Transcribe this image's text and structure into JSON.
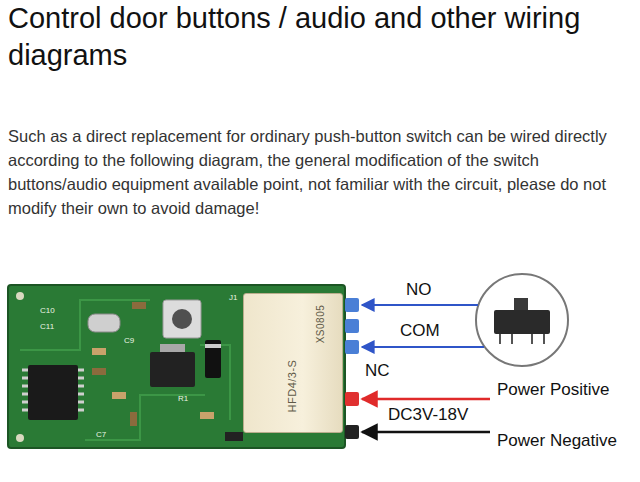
{
  "diagram": {
    "title": "Control door buttons / audio and other wiring diagrams",
    "nodes": [
      {
        "text": [
          "XS0805",
          "HFD4/3-S"
        ]
      }
    ],
    "labels": [
      "Such as a direct replacement for ordinary push-button switch can be wired directly according to the following diagram, the general modification of the switch buttons/audio equipment available point, not familiar with the circuit, please do not modify their own to avoid damage!",
      "NO",
      "COM",
      "NC",
      "Power Positive",
      "DC3V-18V",
      "Power Negative",
      "C10",
      "C11",
      "C9",
      "J1",
      "R1",
      "C7"
    ]
  }
}
